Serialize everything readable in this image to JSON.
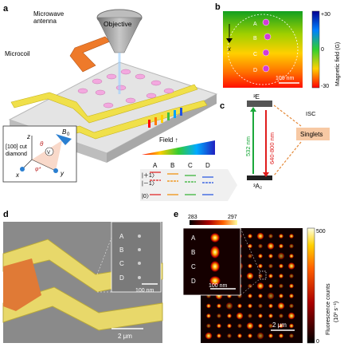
{
  "panels": {
    "a": {
      "letter": "a",
      "microwave_line1": "Microwave",
      "microwave_line2": "antenna",
      "objective": "Objective",
      "microcoil": "Microcoil",
      "inset": {
        "z": "z",
        "b0": "B",
        "b0_sub": "0",
        "theta": "θ",
        "v": "V",
        "cut_line1": "[100] cut",
        "cut_line2": "diamond",
        "x": "x",
        "y": "y",
        "phi": "φ*"
      }
    },
    "b": {
      "letter": "b",
      "points": [
        "A",
        "B",
        "C",
        "D"
      ],
      "x_axis": "x",
      "scale_bar": "100 nm",
      "cbar_top": "+30",
      "cbar_zero": "0",
      "cbar_bottom": "-30",
      "cbar_label": "Magnetic field (G)"
    },
    "c": {
      "letter": "c",
      "excited": "³E",
      "ground": "³A₂",
      "isc": "ISC",
      "singlets": "Singlets",
      "green_wl": "532 nm",
      "red_wl": "640-800 nm",
      "field": "Field ↑",
      "columns": [
        "A",
        "B",
        "C",
        "D"
      ],
      "levels": [
        "|＋1〉",
        "|－1〉",
        "|0〉"
      ]
    },
    "d": {
      "letter": "d",
      "points": [
        "A",
        "B",
        "C",
        "D"
      ],
      "inset_scale": "100 nm",
      "scale": "2 μm"
    },
    "e": {
      "letter": "e",
      "inset_min": "283",
      "inset_max": "297",
      "points": [
        "A",
        "B",
        "C",
        "D"
      ],
      "inset_scale": "100 nm",
      "scale": "2 μm",
      "cbar_top": "500",
      "cbar_bottom": "0",
      "cbar_label_1": "Fluorescence counts",
      "cbar_label_2": "(10³ s⁻¹)"
    }
  },
  "colors": {
    "coil": "#f0e04a",
    "antenna": "#ee7a2a",
    "pillar": "#f3a8df",
    "green": "#1aa83a",
    "red": "#e01c1c",
    "orange": "#e58a3a",
    "singlets": "#f7c9a4"
  }
}
